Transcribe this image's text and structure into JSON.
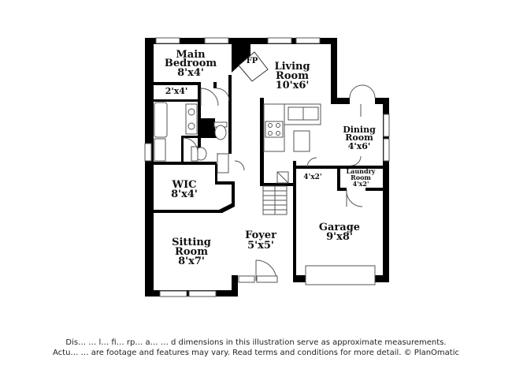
{
  "rooms": {
    "main_bedroom": {
      "name_line1": "Main",
      "name_line2": "Bedroom",
      "dims": "8'x4'"
    },
    "living_room": {
      "name_line1": "Living",
      "name_line2": "Room",
      "dims": "10'x6'"
    },
    "fireplace": {
      "label": "FP"
    },
    "closet_small": {
      "dims": "2'x4'"
    },
    "dining_room": {
      "name_line1": "Dining",
      "name_line2": "Room",
      "dims": "4'x6'"
    },
    "wic": {
      "name": "WIC",
      "dims": "8'x4'"
    },
    "closet_4x2": {
      "dims": "4'x2'"
    },
    "laundry_room": {
      "name_line1": "Laundry",
      "name_line2": "Room",
      "dims": "4'x2'"
    },
    "garage": {
      "name": "Garage",
      "dims": "9'x8'"
    },
    "sitting_room": {
      "name_line1": "Sitting",
      "name_line2": "Room",
      "dims": "8'x7'"
    },
    "foyer": {
      "name": "Foyer",
      "dims": "5'x5'"
    }
  },
  "disclaimer": {
    "line1": "Dis… … l… fi… rp… a… … d dimensions in this illustration serve as approximate measurements.",
    "line2": "Actu… … are footage and features may vary. Read terms and conditions for more detail. © PlanOmatic"
  },
  "colors": {
    "wall": "#000000",
    "line": "#555555",
    "background": "#ffffff"
  }
}
